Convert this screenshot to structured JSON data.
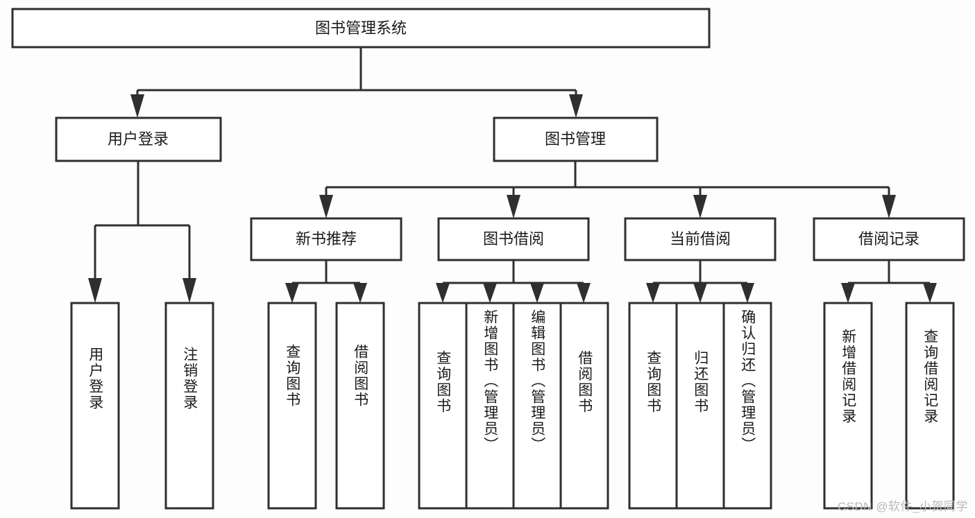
{
  "diagram": {
    "type": "tree",
    "title_text": "图书管理系统",
    "watermark": "CSDN @软件_小贺同学",
    "colors": {
      "box_stroke": "#2f2f2f",
      "box_fill": "#ffffff",
      "text": "#1a1a1a",
      "background": "#fdfdfd",
      "watermark": "#b9b9b9"
    },
    "levels": {
      "root": {
        "label": "图书管理系统"
      },
      "level2": [
        {
          "label": "用户登录"
        },
        {
          "label": "图书管理"
        }
      ],
      "level3": [
        {
          "label": "新书推荐"
        },
        {
          "label": "图书借阅"
        },
        {
          "label": "当前借阅"
        },
        {
          "label": "借阅记录"
        }
      ],
      "leaves": {
        "user_login": [
          {
            "label": "用户登录"
          },
          {
            "label": "注销登录"
          }
        ],
        "new_book_recommend": [
          {
            "label": "查询图书"
          },
          {
            "label": "借阅图书"
          }
        ],
        "book_borrow": [
          {
            "label": "查询图书"
          },
          {
            "label": "新增图书（管理员）"
          },
          {
            "label": "编辑图书（管理员）"
          },
          {
            "label": "借阅图书"
          }
        ],
        "current_borrow": [
          {
            "label": "查询图书"
          },
          {
            "label": "归还图书"
          },
          {
            "label": "确认归还（管理员）"
          }
        ],
        "borrow_record": [
          {
            "label": "新增借阅记录"
          },
          {
            "label": "查询借阅记录"
          }
        ]
      }
    }
  }
}
